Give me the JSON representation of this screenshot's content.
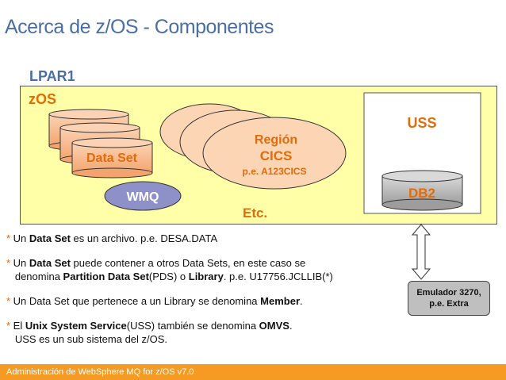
{
  "title": "Acerca de z/OS - Componentes",
  "lpar_label": "LPAR1",
  "zos_label": "zOS",
  "components": {
    "data_set": "Data Set",
    "cics_line1": "Región",
    "cics_line2": "CICS",
    "cics_example": "p.e. A123CICS",
    "wmq": "WMQ",
    "etc": "Etc.",
    "uss": "USS",
    "db2": "DB2"
  },
  "emulator": {
    "line1": "Emulador 3270,",
    "line2": "p.e. Extra"
  },
  "notes": [
    {
      "segments": [
        {
          "t": "* ",
          "style": "star"
        },
        {
          "t": "Un "
        },
        {
          "t": "Data Set",
          "style": "b"
        },
        {
          "t": " es un archivo. p.e. DESA.DATA"
        }
      ]
    },
    {
      "segments": [
        {
          "t": "* ",
          "style": "star"
        },
        {
          "t": "Un "
        },
        {
          "t": "Data Set",
          "style": "b"
        },
        {
          "t": " puede contener a otros Data Sets, en este caso se"
        }
      ]
    },
    {
      "segments": [
        {
          "t": "   denomina "
        },
        {
          "t": "Partition Data Set",
          "style": "b"
        },
        {
          "t": "(PDS) o "
        },
        {
          "t": "Library",
          "style": "b"
        },
        {
          "t": ". p.e. U17756.JCLLIB(*)"
        }
      ]
    },
    {
      "segments": [
        {
          "t": "* ",
          "style": "star"
        },
        {
          "t": "Un Data Set que pertenece a un Library se denomina "
        },
        {
          "t": "Member",
          "style": "b"
        },
        {
          "t": "."
        }
      ]
    },
    {
      "segments": [
        {
          "t": "* ",
          "style": "star"
        },
        {
          "t": "El "
        },
        {
          "t": "Unix System Service",
          "style": "b"
        },
        {
          "t": "(USS) también se denomina "
        },
        {
          "t": "OMVS",
          "style": "b"
        },
        {
          "t": "."
        }
      ]
    },
    {
      "segments": [
        {
          "t": "   USS es un sub sistema del z/OS."
        }
      ]
    }
  ],
  "footer": "Administración de WebSphere MQ for z/OS v7.0",
  "colors": {
    "title": "#4a6fa5",
    "accent": "#e36c0a",
    "zos_box": "#ffffa8",
    "cylinder": "#f8b98a",
    "wmq": "#8e91c8",
    "db2": "#b7b7b7",
    "footer": "#f59a23"
  }
}
